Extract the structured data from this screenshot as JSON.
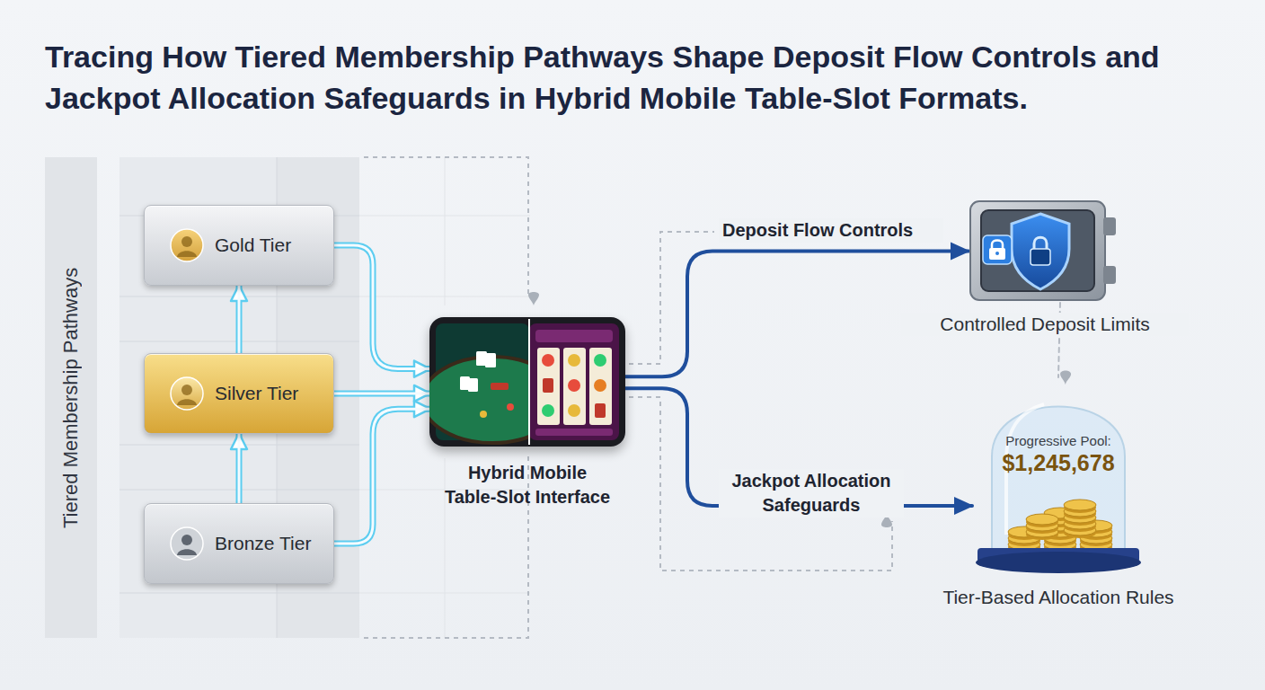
{
  "diagram": {
    "title": "Tracing How Tiered Membership Pathways Shape Deposit Flow Controls and Jackpot Allocation Safeguards in Hybrid Mobile Table-Slot Formats.",
    "nodes": [
      {
        "text": [
          "Tiered Membership Pathways"
        ]
      },
      {
        "text": [
          "Gold Tier"
        ]
      },
      {
        "text": [
          "Silver Tier"
        ]
      },
      {
        "text": [
          "Bronze Tier"
        ]
      },
      {
        "text": [
          "Hybrid Mobile Table-Slot Interface"
        ]
      },
      {
        "text": [
          "Controlled Deposit Limits"
        ]
      },
      {
        "text": [
          "Progressive Pool:",
          "$1,245,678",
          "Tier-Based Allocation Rules"
        ]
      }
    ],
    "edges": [
      {
        "from": 3,
        "to": 2,
        "arrow": "to"
      },
      {
        "from": 2,
        "to": 1,
        "arrow": "to"
      },
      {
        "from": 1,
        "to": 4,
        "arrow": "to"
      },
      {
        "from": 2,
        "to": 4,
        "arrow": "to"
      },
      {
        "from": 3,
        "to": 4,
        "arrow": "to"
      },
      {
        "from": 4,
        "to": 5,
        "label": "Deposit Flow Controls",
        "arrow": "to"
      },
      {
        "from": 4,
        "to": 6,
        "label": "Jackpot Allocation Safeguards",
        "arrow": "to"
      },
      {
        "from": 5,
        "to": 6,
        "arrow": "to"
      }
    ]
  }
}
